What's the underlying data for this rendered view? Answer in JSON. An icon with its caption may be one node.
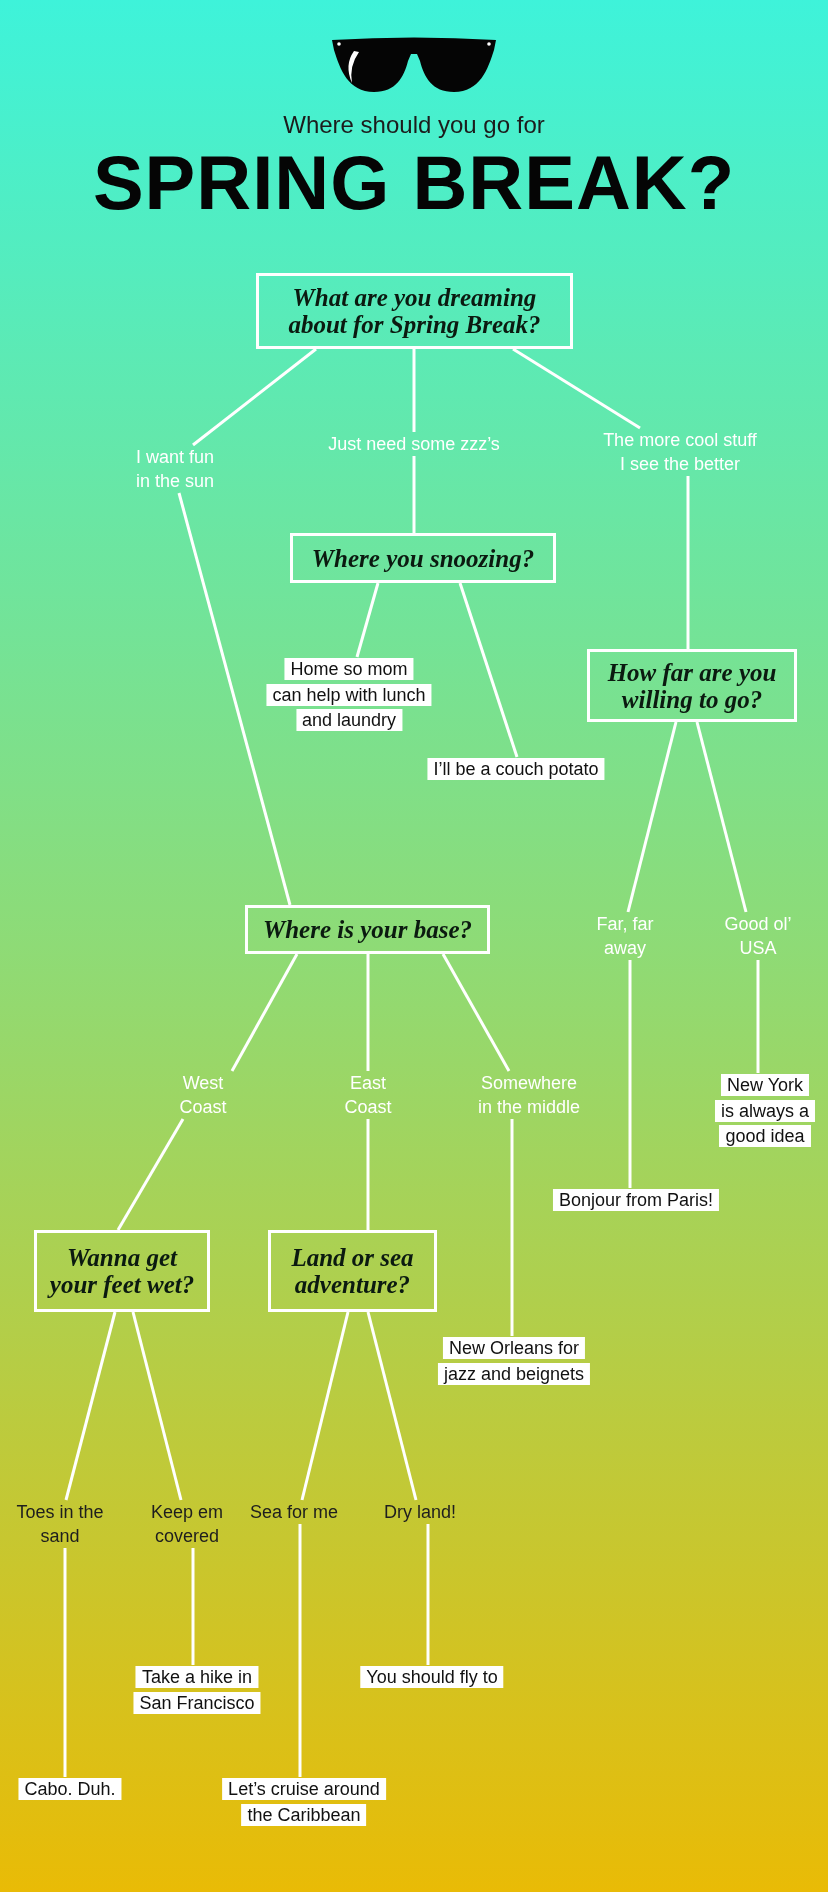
{
  "diagram": {
    "title": "SPRING BREAK?",
    "nodes": [
      {
        "text": [
          "What are you dreaming about for Spring Break?"
        ]
      },
      {
        "text": [
          "I want fun in the sun"
        ]
      },
      {
        "text": [
          "Just need some zzz’s"
        ]
      },
      {
        "text": [
          "The more cool stuff I see the better"
        ]
      },
      {
        "text": [
          "Where you snoozing?"
        ]
      },
      {
        "text": [
          "Home so mom can help with lunch and laundry"
        ]
      },
      {
        "text": [
          "I’ll be a couch potato"
        ]
      },
      {
        "text": [
          "How far are you willing to go?"
        ]
      },
      {
        "text": [
          "Far, far away"
        ]
      },
      {
        "text": [
          "Good ol’ USA"
        ]
      },
      {
        "text": [
          "Bonjour from Paris!"
        ]
      },
      {
        "text": [
          "New York is always a good idea"
        ]
      },
      {
        "text": [
          "Where is your base?"
        ]
      },
      {
        "text": [
          "West Coast"
        ]
      },
      {
        "text": [
          "East Coast"
        ]
      },
      {
        "text": [
          "Somewhere in the middle"
        ]
      },
      {
        "text": [
          "New Orleans for jazz and beignets"
        ]
      },
      {
        "text": [
          "Wanna get your feet wet?"
        ]
      },
      {
        "text": [
          "Land or sea adventure?"
        ]
      },
      {
        "text": [
          "Toes in the sand"
        ]
      },
      {
        "text": [
          "Keep em covered"
        ]
      },
      {
        "text": [
          "Sea for me"
        ]
      },
      {
        "text": [
          "Dry land!"
        ]
      },
      {
        "text": [
          "Take a hike in San Francisco"
        ]
      },
      {
        "text": [
          "Cabo. Duh."
        ]
      },
      {
        "text": [
          "Let’s cruise around the Caribbean"
        ]
      },
      {
        "text": [
          "You should fly to"
        ]
      }
    ],
    "edges": [
      {
        "from": 0,
        "to": 1,
        "arrow": "none"
      },
      {
        "from": 0,
        "to": 2,
        "arrow": "none"
      },
      {
        "from": 0,
        "to": 3,
        "arrow": "none"
      },
      {
        "from": 2,
        "to": 4,
        "arrow": "none"
      },
      {
        "from": 4,
        "to": 5,
        "arrow": "none"
      },
      {
        "from": 4,
        "to": 6,
        "arrow": "none"
      },
      {
        "from": 3,
        "to": 7,
        "arrow": "none"
      },
      {
        "from": 7,
        "to": 8,
        "arrow": "none"
      },
      {
        "from": 7,
        "to": 9,
        "arrow": "none"
      },
      {
        "from": 8,
        "to": 10,
        "arrow": "none"
      },
      {
        "from": 9,
        "to": 11,
        "arrow": "none"
      },
      {
        "from": 1,
        "to": 12,
        "arrow": "none"
      },
      {
        "from": 12,
        "to": 13,
        "arrow": "none"
      },
      {
        "from": 12,
        "to": 14,
        "arrow": "none"
      },
      {
        "from": 12,
        "to": 15,
        "arrow": "none"
      },
      {
        "from": 15,
        "to": 16,
        "arrow": "none"
      },
      {
        "from": 13,
        "to": 17,
        "arrow": "none"
      },
      {
        "from": 14,
        "to": 18,
        "arrow": "none"
      },
      {
        "from": 17,
        "to": 19,
        "arrow": "none"
      },
      {
        "from": 17,
        "to": 20,
        "arrow": "none"
      },
      {
        "from": 18,
        "to": 21,
        "arrow": "none"
      },
      {
        "from": 18,
        "to": 22,
        "arrow": "none"
      },
      {
        "from": 19,
        "to": 24,
        "arrow": "none"
      },
      {
        "from": 20,
        "to": 23,
        "arrow": "none"
      },
      {
        "from": 21,
        "to": 25,
        "arrow": "none"
      },
      {
        "from": 22,
        "to": 26,
        "arrow": "none"
      }
    ],
    "labels": [
      "Where should you go for"
    ]
  }
}
